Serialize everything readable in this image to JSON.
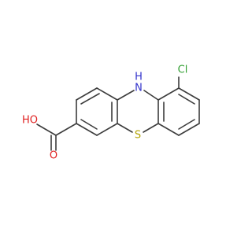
{
  "molecule": {
    "atoms": {
      "nh": "H\nN",
      "n_label": "N",
      "h_label": "H",
      "s_label": "S",
      "cl_label": "Cl",
      "o_label": "O",
      "oh_label": "HO"
    }
  },
  "colors": {
    "bond": "#3c3c3c",
    "nitrogen": "#3333cc",
    "sulfur": "#b2a200",
    "chlorine": "#33a033",
    "oxygen": "#e02020",
    "carbon_text": "#3c3c3c"
  }
}
